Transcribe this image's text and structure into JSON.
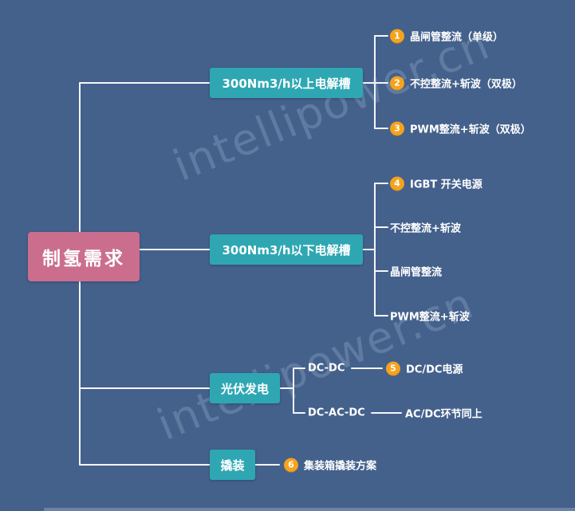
{
  "watermark": "intellipower.cn",
  "colors": {
    "background": "#44618c",
    "root_bg": "#cb6e8d",
    "branch_bg": "#2ea7b3",
    "badge_bg": "#f5a31e",
    "line": "#ffffff",
    "text": "#ffffff"
  },
  "root": {
    "label": "制氢需求"
  },
  "branches": [
    {
      "label": "300Nm3/h以上电解槽",
      "children": [
        {
          "num": "1",
          "label": "晶闸管整流（单级）"
        },
        {
          "num": "2",
          "label": "不控整流+斩波（双极）"
        },
        {
          "num": "3",
          "label": "PWM整流+斩波（双极）"
        }
      ]
    },
    {
      "label": "300Nm3/h以下电解槽",
      "children": [
        {
          "num": "4",
          "label": "IGBT 开关电源"
        },
        {
          "label": "不控整流+斩波"
        },
        {
          "label": "晶闸管整流"
        },
        {
          "label": "PWM整流+斩波"
        }
      ]
    },
    {
      "label": "光伏发电",
      "children": [
        {
          "label": "DC-DC",
          "sub": {
            "num": "5",
            "label": "DC/DC电源"
          }
        },
        {
          "label": "DC-AC-DC",
          "sub": {
            "label": "AC/DC环节同上"
          }
        }
      ]
    },
    {
      "label": "撬装",
      "children": [
        {
          "num": "6",
          "label": "集装箱撬装方案"
        }
      ]
    }
  ]
}
